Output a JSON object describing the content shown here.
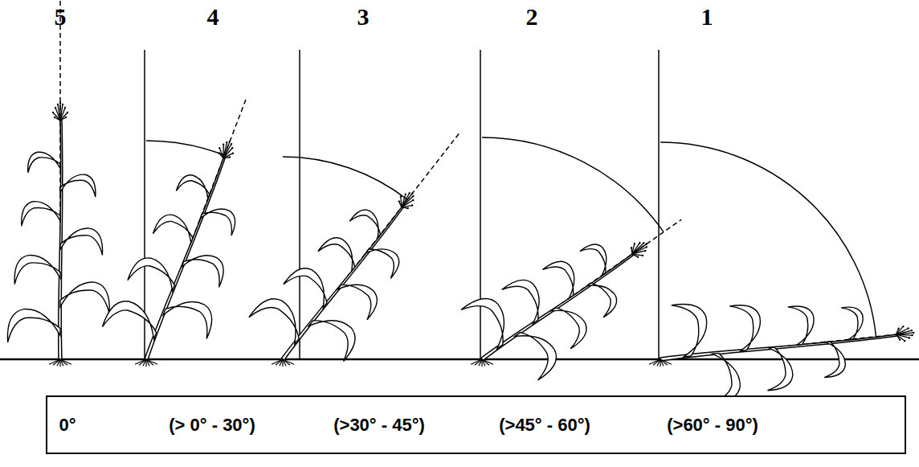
{
  "diagram": {
    "nodes": [
      {
        "text": [
          "0°",
          "(> 0° - 30°)",
          "(>30° - 45°)",
          "(>45° - 60°)",
          "(>60° - 90°)"
        ]
      }
    ],
    "labels": [
      "5",
      "4",
      "3",
      "2",
      "1"
    ]
  }
}
